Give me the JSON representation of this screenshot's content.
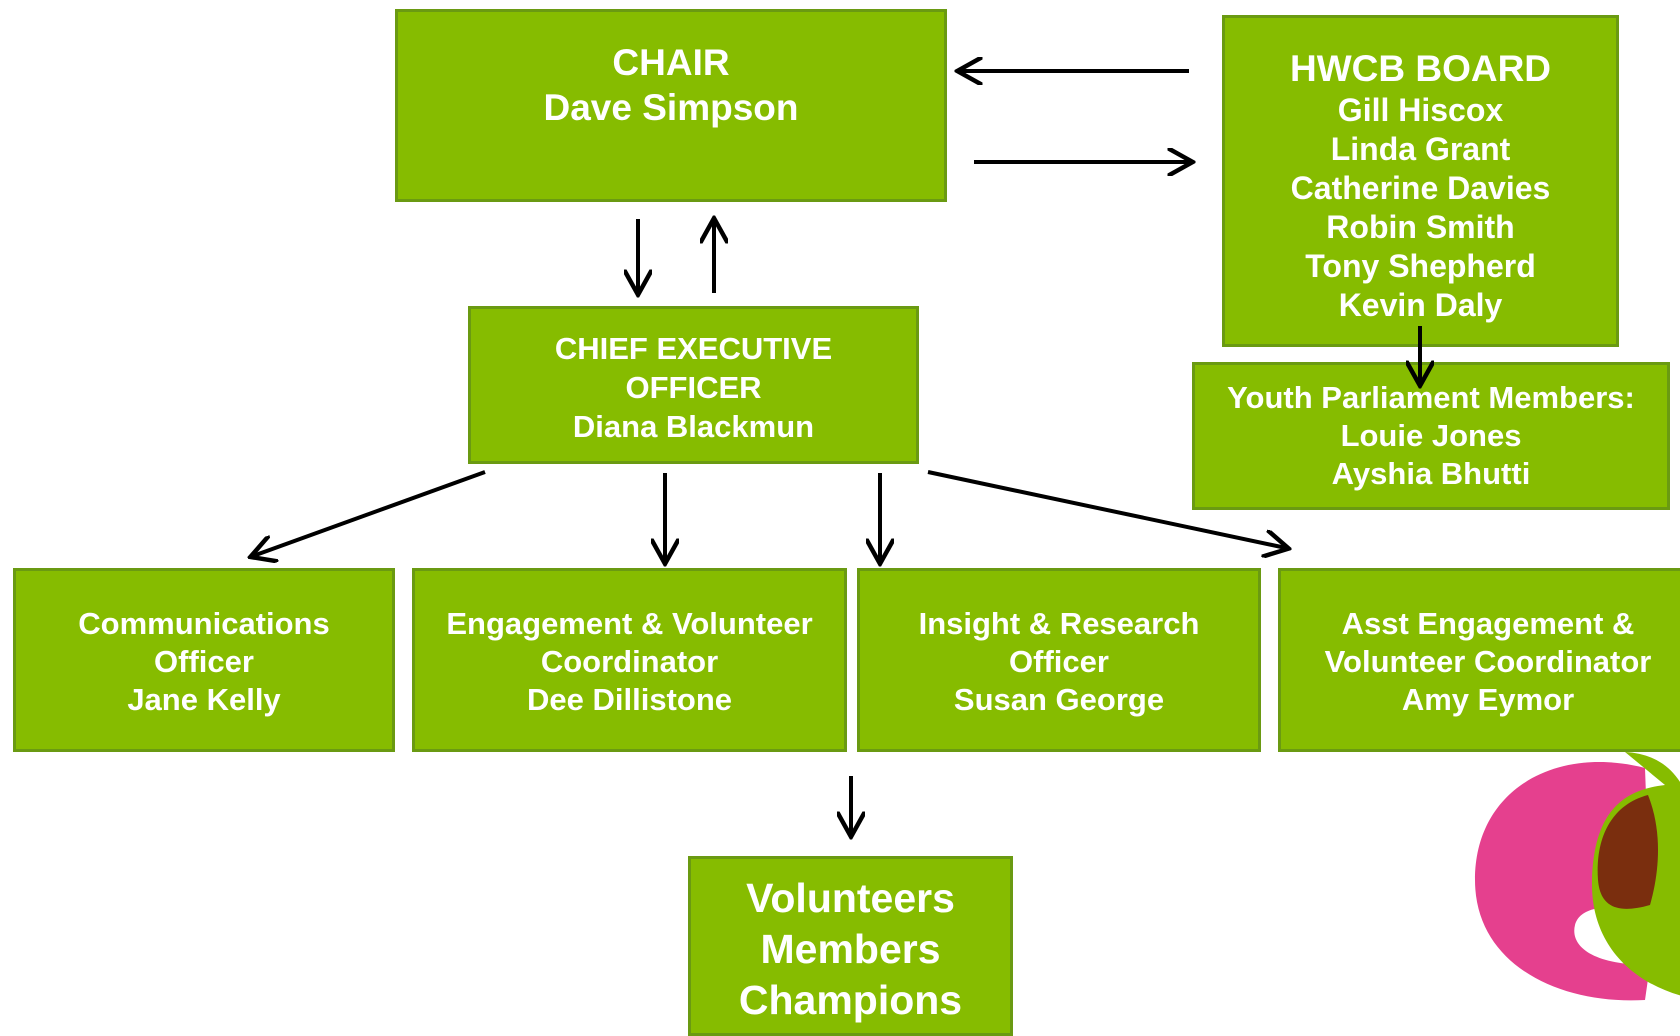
{
  "chart": {
    "chair": {
      "lines": [
        "CHAIR",
        "Dave Simpson"
      ]
    },
    "hwcb": {
      "lines": [
        "HWCB BOARD",
        "Gill Hiscox",
        "Linda Grant",
        "Catherine Davies",
        "Robin Smith",
        "Tony Shepherd",
        "Kevin Daly"
      ]
    },
    "youth": {
      "lines": [
        "Youth Parliament Members:",
        "Louie Jones",
        "Ayshia Bhutti"
      ]
    },
    "ceo": {
      "lines": [
        "CHIEF EXECUTIVE",
        "OFFICER",
        "Diana Blackmun"
      ]
    },
    "roles": [
      {
        "lines": [
          "Communications",
          "Officer",
          "Jane Kelly"
        ]
      },
      {
        "lines": [
          "Engagement & Volunteer",
          "Coordinator",
          "Dee Dillistone"
        ]
      },
      {
        "lines": [
          "Insight & Research",
          "Officer",
          "Susan George"
        ]
      },
      {
        "lines": [
          "Asst Engagement &",
          "Volunteer Coordinator",
          "Amy Eymor"
        ]
      }
    ],
    "volunteers": {
      "lines": [
        "Volunteers",
        "Members",
        "Champions"
      ]
    }
  },
  "colors": {
    "box_fill": "#86bc00",
    "box_border": "#6a9a12",
    "box_text": "#ffffff",
    "arrow": "#000000",
    "logo_pink": "#e5408e",
    "logo_green": "#86bc00",
    "logo_overlap": "#7a2e0e"
  },
  "logo": {
    "icon": "speech-quote-logo"
  }
}
